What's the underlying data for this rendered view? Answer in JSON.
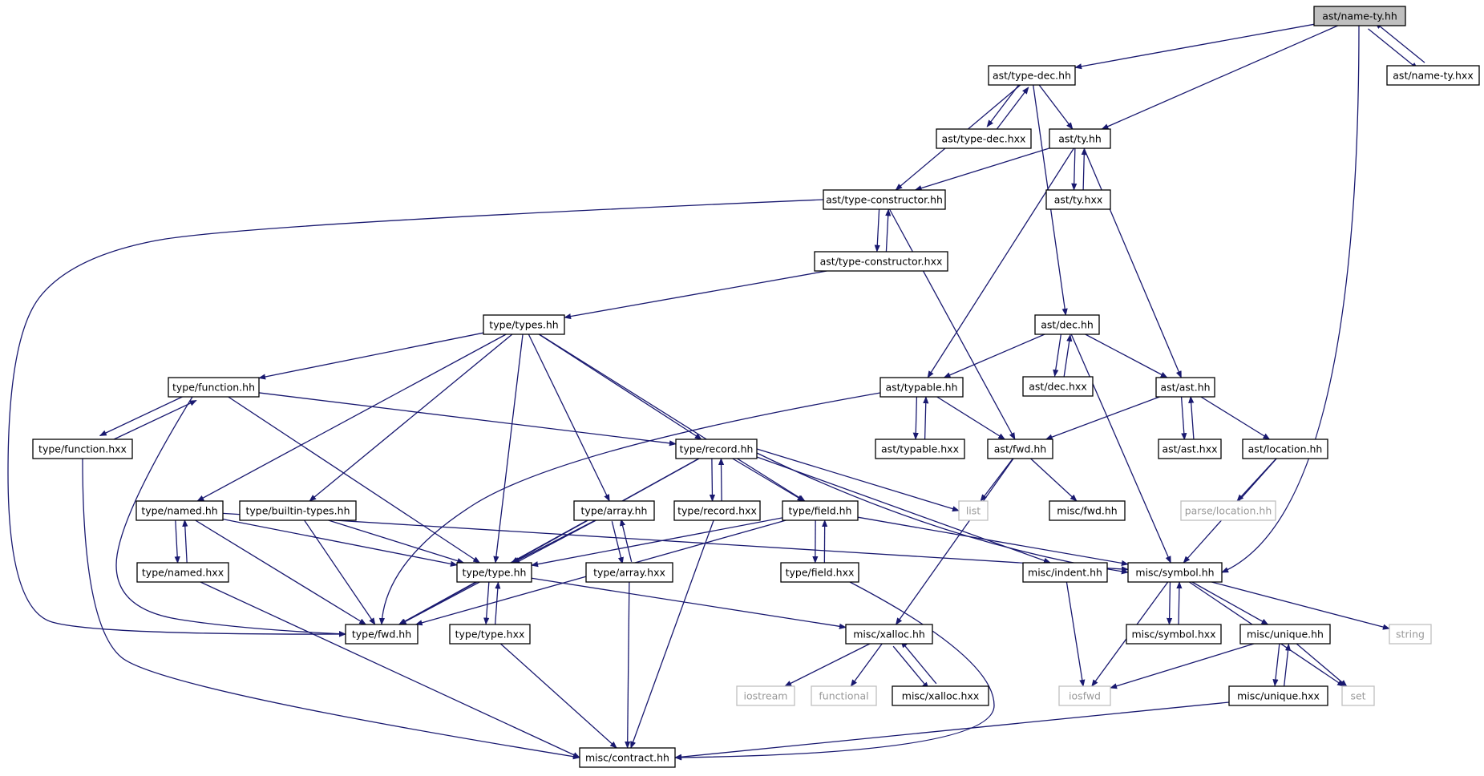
{
  "graph": {
    "colors": {
      "edge": "#191970",
      "node_border": "#000000",
      "root_fill": "#bfbfbf",
      "external_border": "#bfbfbf",
      "external_text": "#999999"
    },
    "nodes": [
      {
        "id": "name_ty_hh",
        "label": "ast/name-ty.hh",
        "kind": "root"
      },
      {
        "id": "name_ty_hxx",
        "label": "ast/name-ty.hxx",
        "kind": "file"
      },
      {
        "id": "type_dec_hh",
        "label": "ast/type-dec.hh",
        "kind": "file"
      },
      {
        "id": "type_dec_hxx",
        "label": "ast/type-dec.hxx",
        "kind": "file"
      },
      {
        "id": "ast_ty_hh",
        "label": "ast/ty.hh",
        "kind": "file"
      },
      {
        "id": "ast_ty_hxx",
        "label": "ast/ty.hxx",
        "kind": "file"
      },
      {
        "id": "type_constructor_hh",
        "label": "ast/type-constructor.hh",
        "kind": "file"
      },
      {
        "id": "type_constructor_hxx",
        "label": "ast/type-constructor.hxx",
        "kind": "file"
      },
      {
        "id": "types_hh",
        "label": "type/types.hh",
        "kind": "file"
      },
      {
        "id": "dec_hh",
        "label": "ast/dec.hh",
        "kind": "file"
      },
      {
        "id": "dec_hxx",
        "label": "ast/dec.hxx",
        "kind": "file"
      },
      {
        "id": "function_hh",
        "label": "type/function.hh",
        "kind": "file"
      },
      {
        "id": "function_hxx",
        "label": "type/function.hxx",
        "kind": "file"
      },
      {
        "id": "typable_hh",
        "label": "ast/typable.hh",
        "kind": "file"
      },
      {
        "id": "typable_hxx",
        "label": "ast/typable.hxx",
        "kind": "file"
      },
      {
        "id": "ast_hh",
        "label": "ast/ast.hh",
        "kind": "file"
      },
      {
        "id": "ast_hxx",
        "label": "ast/ast.hxx",
        "kind": "file"
      },
      {
        "id": "ast_fwd_hh",
        "label": "ast/fwd.hh",
        "kind": "file"
      },
      {
        "id": "location_hh",
        "label": "ast/location.hh",
        "kind": "file"
      },
      {
        "id": "record_hh",
        "label": "type/record.hh",
        "kind": "file"
      },
      {
        "id": "record_hxx",
        "label": "type/record.hxx",
        "kind": "file"
      },
      {
        "id": "named_hh",
        "label": "type/named.hh",
        "kind": "file"
      },
      {
        "id": "named_hxx",
        "label": "type/named.hxx",
        "kind": "file"
      },
      {
        "id": "builtin_types_hh",
        "label": "type/builtin-types.hh",
        "kind": "file"
      },
      {
        "id": "array_hh",
        "label": "type/array.hh",
        "kind": "file"
      },
      {
        "id": "array_hxx",
        "label": "type/array.hxx",
        "kind": "file"
      },
      {
        "id": "field_hh",
        "label": "type/field.hh",
        "kind": "file"
      },
      {
        "id": "field_hxx",
        "label": "type/field.hxx",
        "kind": "file"
      },
      {
        "id": "list",
        "label": "list",
        "kind": "external"
      },
      {
        "id": "misc_fwd_hh",
        "label": "misc/fwd.hh",
        "kind": "file"
      },
      {
        "id": "parse_location_hh",
        "label": "parse/location.hh",
        "kind": "external"
      },
      {
        "id": "type_type_hh",
        "label": "type/type.hh",
        "kind": "file"
      },
      {
        "id": "type_type_hxx",
        "label": "type/type.hxx",
        "kind": "file"
      },
      {
        "id": "type_fwd_hh",
        "label": "type/fwd.hh",
        "kind": "file"
      },
      {
        "id": "indent_hh",
        "label": "misc/indent.hh",
        "kind": "file"
      },
      {
        "id": "symbol_hh",
        "label": "misc/symbol.hh",
        "kind": "file"
      },
      {
        "id": "symbol_hxx",
        "label": "misc/symbol.hxx",
        "kind": "file"
      },
      {
        "id": "unique_hh",
        "label": "misc/unique.hh",
        "kind": "file"
      },
      {
        "id": "unique_hxx",
        "label": "misc/unique.hxx",
        "kind": "file"
      },
      {
        "id": "string",
        "label": "string",
        "kind": "external"
      },
      {
        "id": "xalloc_hh",
        "label": "misc/xalloc.hh",
        "kind": "file"
      },
      {
        "id": "xalloc_hxx",
        "label": "misc/xalloc.hxx",
        "kind": "file"
      },
      {
        "id": "iostream",
        "label": "iostream",
        "kind": "external"
      },
      {
        "id": "functional",
        "label": "functional",
        "kind": "external"
      },
      {
        "id": "iosfwd",
        "label": "iosfwd",
        "kind": "external"
      },
      {
        "id": "set",
        "label": "set",
        "kind": "external"
      },
      {
        "id": "contract_hh",
        "label": "misc/contract.hh",
        "kind": "file"
      }
    ],
    "edges": [
      [
        "name_ty_hh",
        "type_dec_hh"
      ],
      [
        "name_ty_hh",
        "ast_ty_hh"
      ],
      [
        "name_ty_hh",
        "name_ty_hxx"
      ],
      [
        "name_ty_hxx",
        "name_ty_hh"
      ],
      [
        "name_ty_hh",
        "symbol_hh"
      ],
      [
        "type_dec_hh",
        "type_dec_hxx"
      ],
      [
        "type_dec_hxx",
        "type_dec_hh"
      ],
      [
        "type_dec_hh",
        "ast_ty_hh"
      ],
      [
        "type_dec_hh",
        "type_constructor_hh"
      ],
      [
        "type_dec_hh",
        "dec_hh"
      ],
      [
        "ast_ty_hh",
        "ast_ty_hxx"
      ],
      [
        "ast_ty_hxx",
        "ast_ty_hh"
      ],
      [
        "ast_ty_hh",
        "type_constructor_hh"
      ],
      [
        "ast_ty_hh",
        "typable_hh"
      ],
      [
        "ast_ty_hh",
        "ast_hh"
      ],
      [
        "type_constructor_hh",
        "type_constructor_hxx"
      ],
      [
        "type_constructor_hxx",
        "type_constructor_hh"
      ],
      [
        "type_constructor_hh",
        "type_fwd_hh"
      ],
      [
        "type_constructor_hh",
        "ast_fwd_hh"
      ],
      [
        "type_constructor_hxx",
        "types_hh"
      ],
      [
        "types_hh",
        "function_hh"
      ],
      [
        "types_hh",
        "named_hh"
      ],
      [
        "types_hh",
        "builtin_types_hh"
      ],
      [
        "types_hh",
        "type_type_hh"
      ],
      [
        "types_hh",
        "array_hh"
      ],
      [
        "types_hh",
        "record_hh"
      ],
      [
        "types_hh",
        "field_hh"
      ],
      [
        "dec_hh",
        "dec_hxx"
      ],
      [
        "dec_hxx",
        "dec_hh"
      ],
      [
        "dec_hh",
        "typable_hh"
      ],
      [
        "dec_hh",
        "ast_hh"
      ],
      [
        "dec_hh",
        "symbol_hh"
      ],
      [
        "function_hh",
        "function_hxx"
      ],
      [
        "function_hxx",
        "function_hh"
      ],
      [
        "function_hh",
        "record_hh"
      ],
      [
        "function_hh",
        "type_type_hh"
      ],
      [
        "function_hh",
        "type_fwd_hh"
      ],
      [
        "function_hxx",
        "contract_hh"
      ],
      [
        "typable_hh",
        "typable_hxx"
      ],
      [
        "typable_hxx",
        "typable_hh"
      ],
      [
        "typable_hh",
        "ast_fwd_hh"
      ],
      [
        "typable_hh",
        "type_fwd_hh"
      ],
      [
        "ast_hh",
        "ast_hxx"
      ],
      [
        "ast_hxx",
        "ast_hh"
      ],
      [
        "ast_hh",
        "ast_fwd_hh"
      ],
      [
        "ast_hh",
        "location_hh"
      ],
      [
        "ast_fwd_hh",
        "list"
      ],
      [
        "ast_fwd_hh",
        "misc_fwd_hh"
      ],
      [
        "ast_fwd_hh",
        "xalloc_hh"
      ],
      [
        "location_hh",
        "parse_location_hh"
      ],
      [
        "location_hh",
        "symbol_hh"
      ],
      [
        "record_hh",
        "record_hxx"
      ],
      [
        "record_hxx",
        "record_hh"
      ],
      [
        "record_hh",
        "field_hh"
      ],
      [
        "record_hh",
        "list"
      ],
      [
        "record_hh",
        "symbol_hh"
      ],
      [
        "record_hh",
        "indent_hh"
      ],
      [
        "record_hh",
        "type_type_hh"
      ],
      [
        "record_hh",
        "type_fwd_hh"
      ],
      [
        "record_hxx",
        "contract_hh"
      ],
      [
        "named_hh",
        "named_hxx"
      ],
      [
        "named_hxx",
        "named_hh"
      ],
      [
        "named_hh",
        "type_type_hh"
      ],
      [
        "named_hh",
        "type_fwd_hh"
      ],
      [
        "named_hh",
        "symbol_hh"
      ],
      [
        "named_hxx",
        "contract_hh"
      ],
      [
        "builtin_types_hh",
        "type_type_hh"
      ],
      [
        "builtin_types_hh",
        "type_fwd_hh"
      ],
      [
        "array_hh",
        "array_hxx"
      ],
      [
        "array_hxx",
        "array_hh"
      ],
      [
        "array_hh",
        "type_type_hh"
      ],
      [
        "array_hh",
        "type_fwd_hh"
      ],
      [
        "array_hxx",
        "contract_hh"
      ],
      [
        "field_hh",
        "field_hxx"
      ],
      [
        "field_hxx",
        "field_hh"
      ],
      [
        "field_hh",
        "type_type_hh"
      ],
      [
        "field_hh",
        "type_fwd_hh"
      ],
      [
        "field_hh",
        "symbol_hh"
      ],
      [
        "field_hxx",
        "contract_hh"
      ],
      [
        "type_type_hh",
        "type_type_hxx"
      ],
      [
        "type_type_hxx",
        "type_type_hh"
      ],
      [
        "type_type_hh",
        "type_fwd_hh"
      ],
      [
        "type_type_hh",
        "xalloc_hh"
      ],
      [
        "type_type_hxx",
        "contract_hh"
      ],
      [
        "indent_hh",
        "iosfwd"
      ],
      [
        "symbol_hh",
        "symbol_hxx"
      ],
      [
        "symbol_hxx",
        "symbol_hh"
      ],
      [
        "symbol_hh",
        "unique_hh"
      ],
      [
        "symbol_hh",
        "string"
      ],
      [
        "symbol_hh",
        "iosfwd"
      ],
      [
        "symbol_hh",
        "set"
      ],
      [
        "unique_hh",
        "unique_hxx"
      ],
      [
        "unique_hxx",
        "unique_hh"
      ],
      [
        "unique_hh",
        "iosfwd"
      ],
      [
        "unique_hh",
        "set"
      ],
      [
        "unique_hxx",
        "contract_hh"
      ],
      [
        "xalloc_hh",
        "iostream"
      ],
      [
        "xalloc_hh",
        "functional"
      ],
      [
        "xalloc_hh",
        "xalloc_hxx"
      ],
      [
        "xalloc_hxx",
        "xalloc_hh"
      ]
    ]
  }
}
